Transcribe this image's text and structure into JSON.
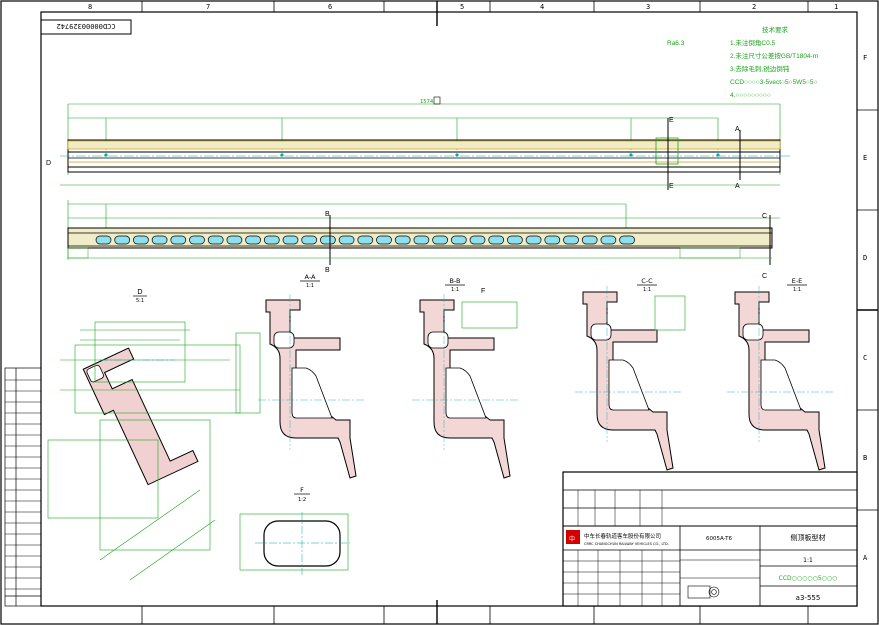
{
  "drawing": {
    "doc_number": "CCD00000329742",
    "frame_columns": [
      "8",
      "7",
      "6",
      "5",
      "4",
      "3",
      "2",
      "1"
    ],
    "frame_rows": [
      "F",
      "E",
      "D",
      "C",
      "B",
      "A"
    ]
  },
  "notes": {
    "heading": "技术要求",
    "lines": [
      "1.未注倒角C0.5",
      "2.未注尺寸公差按GB/T1804-m",
      "3.去除毛刺,锐边倒钝",
      "CCD○○○○3-5vect○5○5W5○5○",
      "4.○○○○○○○○○"
    ],
    "roughness": "Ra6.3"
  },
  "views": {
    "top_length_label": "1574",
    "section_labels": [
      {
        "name": "A",
        "text": "A"
      },
      {
        "name": "B",
        "text": "B"
      },
      {
        "name": "C",
        "text": "C"
      },
      {
        "name": "D",
        "text": "D"
      },
      {
        "name": "E",
        "text": "E"
      },
      {
        "name": "F",
        "text": "F"
      }
    ],
    "detail_d": {
      "title": "D",
      "scale": "5:1"
    },
    "sec_aa": {
      "title": "A-A",
      "scale": "1:1"
    },
    "sec_bb": {
      "title": "B-B",
      "scale": "1:1"
    },
    "sec_cc": {
      "title": "C-C",
      "scale": "1:1"
    },
    "sec_ee": {
      "title": "E-E",
      "scale": "1:1"
    },
    "detail_f": {
      "title": "F",
      "scale": "1:2"
    }
  },
  "title_block": {
    "company_cn": "中车长春轨道客车股份有限公司",
    "company_en": "CRRC CHANGCHUN RAILWAY VEHICLES CO., LTD.",
    "part_name": "侧顶板型材",
    "drawing_no": "a3-555",
    "scale": "1:1",
    "ccd": "CCD○○○○○5○○○",
    "material": "6005A-T6"
  }
}
